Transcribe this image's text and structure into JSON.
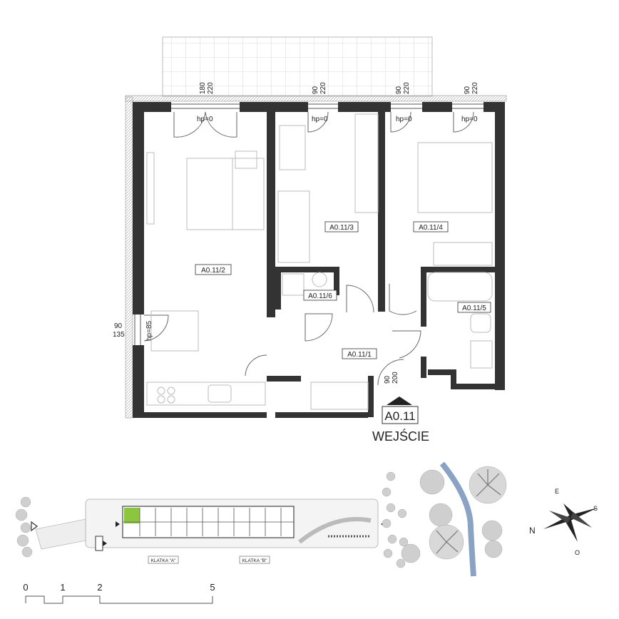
{
  "rooms": {
    "r1": "A0.11/1",
    "r2": "A0.11/2",
    "r3": "A0.11/3",
    "r4": "A0.11/4",
    "r5": "A0.11/5",
    "r6": "A0.11/6"
  },
  "openings": {
    "w1_width": "180",
    "w1_height": "220",
    "w2_width": "90",
    "w2_height": "220",
    "w3_width": "90",
    "w3_height": "220",
    "w4_width": "90",
    "w4_height": "220",
    "w5_width": "90",
    "w5_height": "135",
    "entry_width": "90",
    "entry_height": "200",
    "hp1": "hp=0",
    "hp2": "hp=0",
    "hp3": "hp=0",
    "hp4": "hp=0",
    "hp_side": "hp=85"
  },
  "unit": {
    "code": "A0.11",
    "entrance": "WEJŚCIE"
  },
  "site": {
    "stair_a": "KLATKA \"A\"",
    "stair_b": "KLATKA \"B\""
  },
  "compass": {
    "n": "N",
    "e": "E",
    "s": "S",
    "w": "O"
  },
  "scale": {
    "t0": "0",
    "t1": "1",
    "t2": "2",
    "t5": "5"
  },
  "colors": {
    "wall": "#333333",
    "highlight": "#8cc63f",
    "water": "#8aa3c4",
    "tree": "#cfcfcf"
  }
}
